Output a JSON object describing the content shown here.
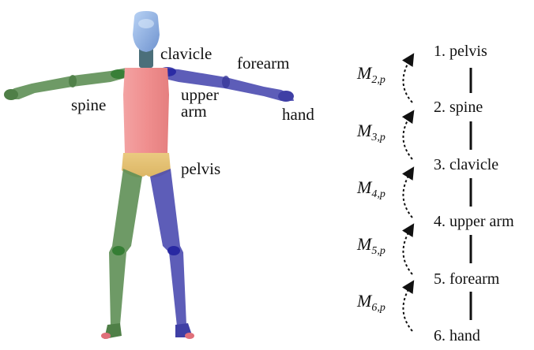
{
  "figure_labels": {
    "clavicle": "clavicle",
    "forearm": "forearm",
    "spine": "spine",
    "upper": "upper",
    "arm": "arm",
    "hand": "hand",
    "pelvis": "pelvis"
  },
  "chain": {
    "nodes": [
      "1. pelvis",
      "2. spine",
      "3. clavicle",
      "4. upper arm",
      "5. forearm",
      "6. hand"
    ],
    "transforms": [
      {
        "base": "M",
        "sub": "2,p"
      },
      {
        "base": "M",
        "sub": "3,p"
      },
      {
        "base": "M",
        "sub": "4,p"
      },
      {
        "base": "M",
        "sub": "5,p"
      },
      {
        "base": "M",
        "sub": "6,p"
      }
    ]
  },
  "colors": {
    "head": "#8fb3e6",
    "torso": "#f08f8f",
    "pelvis": "#e9c77a",
    "left_limbs": "#5e8f55",
    "right_limbs": "#4b4bb0",
    "joint_green": "#2f7a2f",
    "joint_blue": "#2222a0",
    "neck": "#4b6f7a"
  }
}
